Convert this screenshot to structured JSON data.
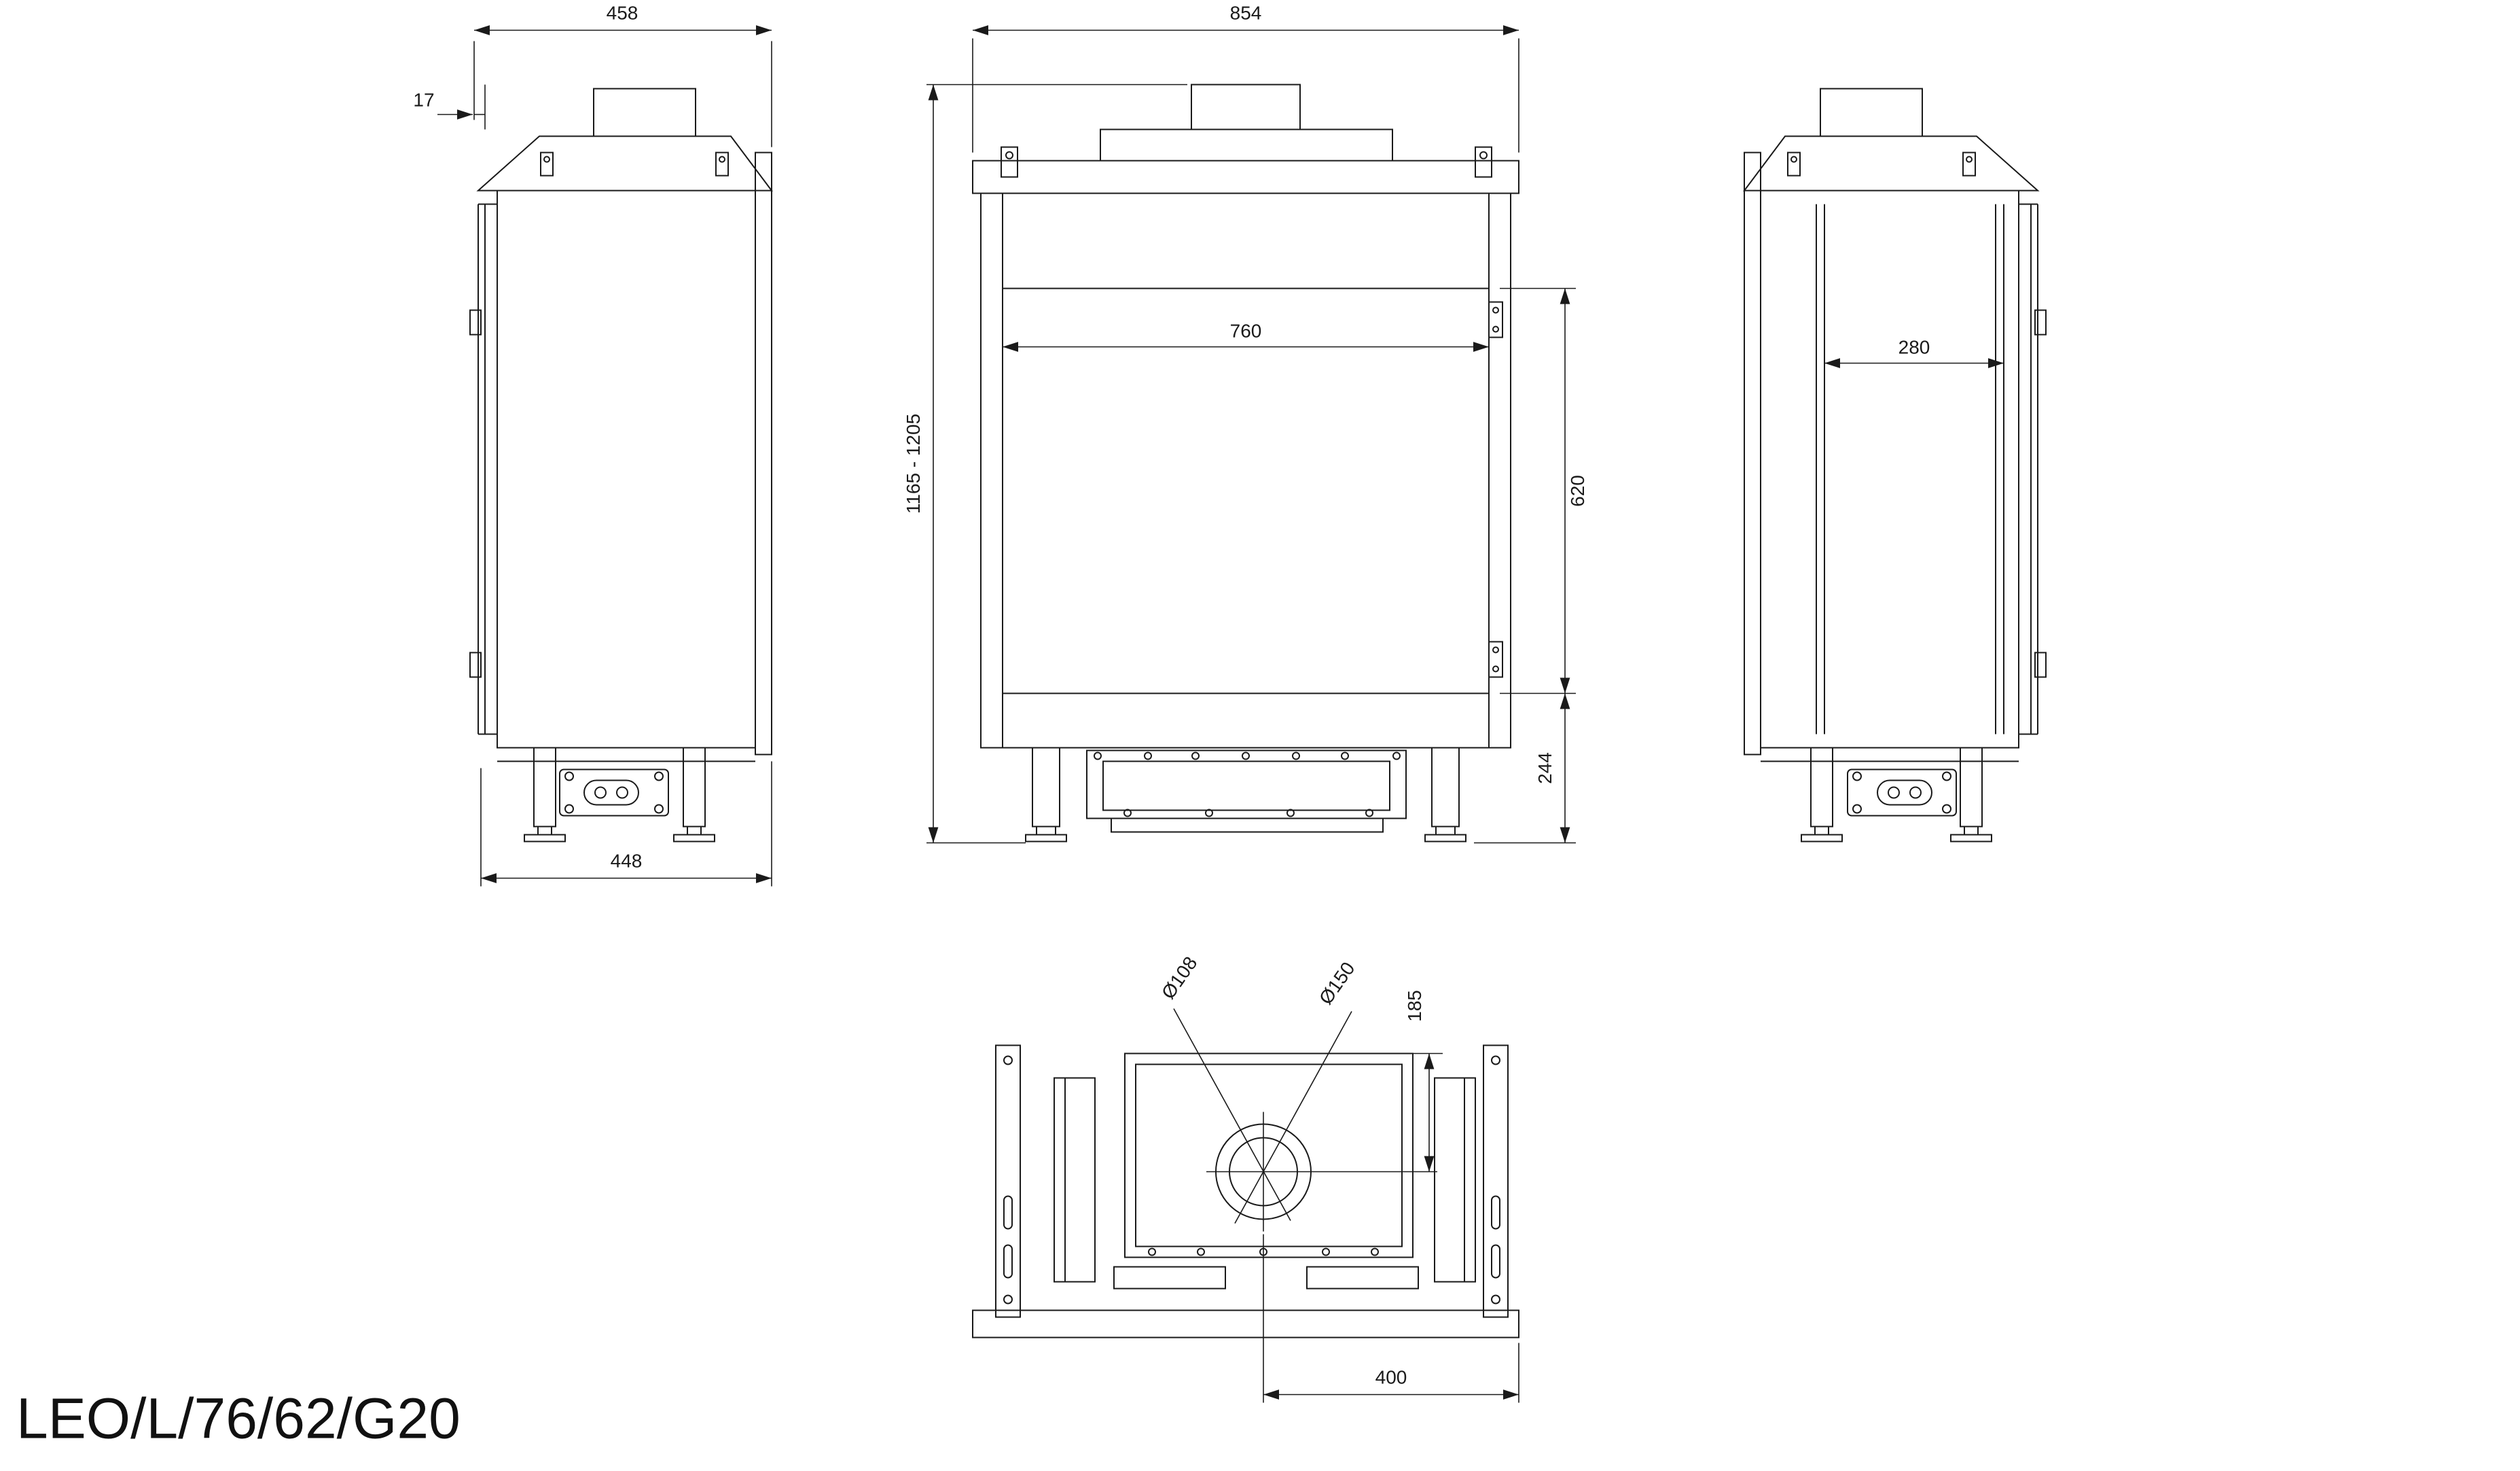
{
  "title": "LEO/L/76/62/G20",
  "views": {
    "left_side": {
      "dim_depth_overall": "458",
      "dim_glass_offset": "17",
      "dim_depth_body": "448"
    },
    "front": {
      "dim_width_overall": "854",
      "dim_glass_width": "760",
      "dim_height_overall": "1165 - 1205",
      "dim_glass_height": "620",
      "dim_base_height": "244"
    },
    "right_side": {
      "dim_glass_depth": "280"
    },
    "plan": {
      "dim_flue_inner": "Ø108",
      "dim_flue_outer": "Ø150",
      "dim_flue_center_offset": "185",
      "dim_flue_center_to_edge": "400"
    }
  }
}
